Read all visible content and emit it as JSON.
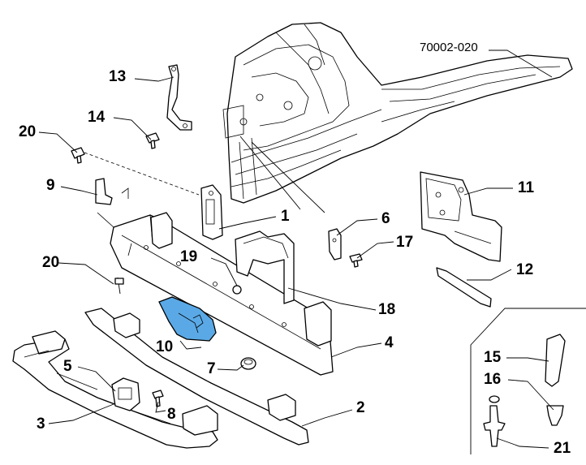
{
  "diagram": {
    "reference_code": "70002-020",
    "highlight_color": "#5aa9e6",
    "line_color": "#000000",
    "callouts": {
      "c1": "1",
      "c2": "2",
      "c3": "3",
      "c4": "4",
      "c5": "5",
      "c6": "6",
      "c7": "7",
      "c8": "8",
      "c9": "9",
      "c10": "10",
      "c11": "11",
      "c12": "12",
      "c13": "13",
      "c14": "14",
      "c15": "15",
      "c16": "16",
      "c17": "17",
      "c18": "18",
      "c19": "19",
      "c20a": "20",
      "c20b": "20",
      "c21": "21"
    }
  }
}
